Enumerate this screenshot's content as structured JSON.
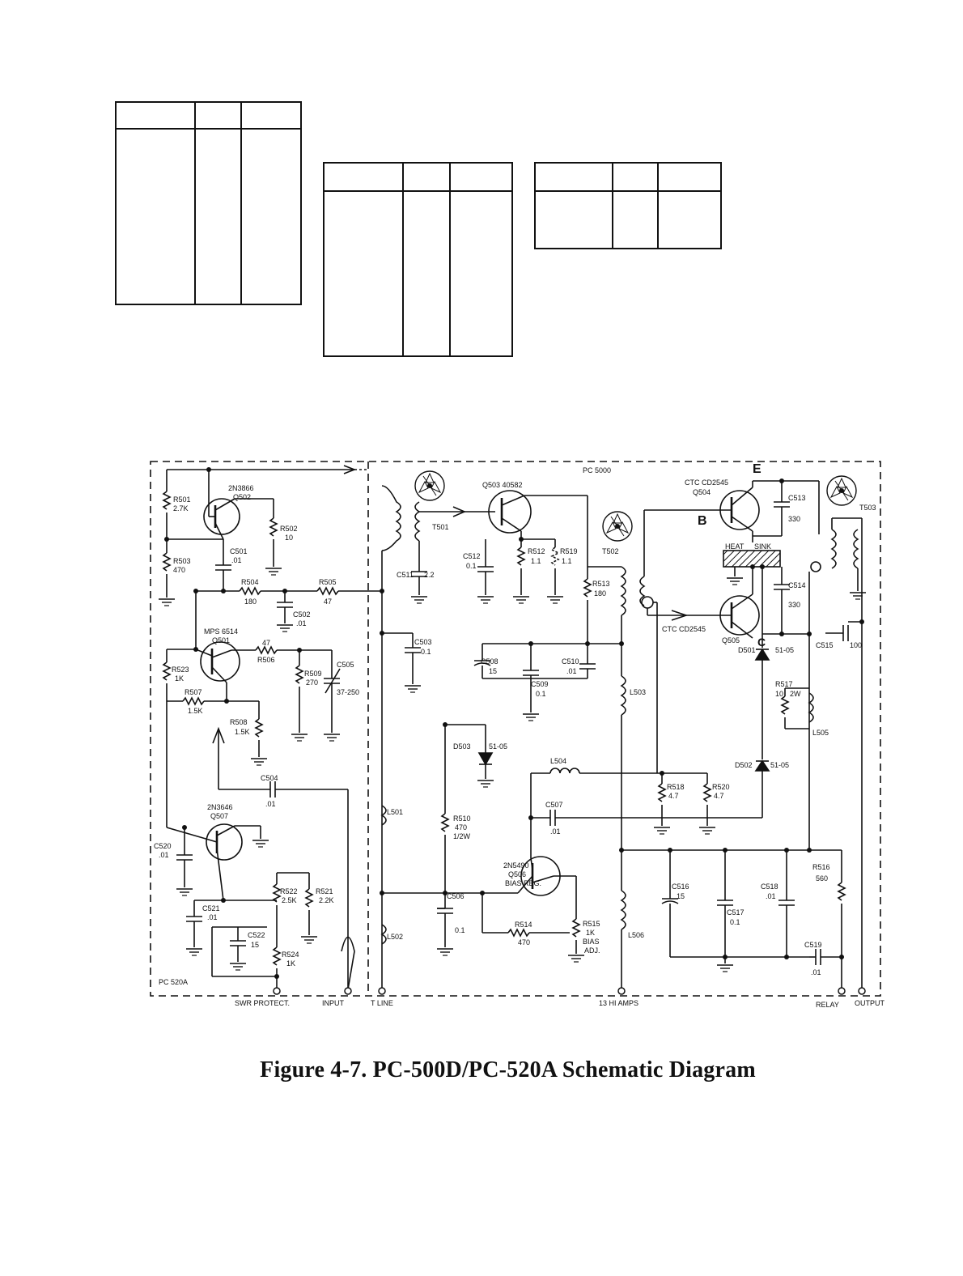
{
  "caption": "Figure 4-7.  PC-500D/PC-520A Schematic Diagram",
  "boards": {
    "main": "PC 5000",
    "sub": "PC 520A"
  },
  "terminals": [
    "SWR PROTECT.",
    "INPUT",
    "T LINE",
    "13 HI AMPS",
    "RELAY",
    "OUTPUT"
  ],
  "transistors": {
    "q502": [
      "2N3866",
      "Q502"
    ],
    "q501": [
      "MPS 6514",
      "Q501"
    ],
    "q507": [
      "2N3646",
      "Q507"
    ],
    "q503": [
      "Q503  40582"
    ],
    "q506": [
      "2N5490",
      "Q506",
      "BIAS REG."
    ],
    "q504": [
      "CTC CD2545",
      "Q504"
    ],
    "q505": [
      "Q505",
      "CTC CD2545"
    ]
  },
  "resistors": {
    "r501": [
      "R501",
      "2.7K"
    ],
    "r503": [
      "R503",
      "470"
    ],
    "r502": [
      "R502",
      "10"
    ],
    "r504": [
      "R504",
      "180"
    ],
    "r505": [
      "R505",
      "47"
    ],
    "r506": [
      "47",
      "R506"
    ],
    "r523": [
      "R523",
      "1K"
    ],
    "r507": [
      "R507",
      "1.5K"
    ],
    "r508": [
      "R508",
      "1.5K"
    ],
    "r509": [
      "R509",
      "270"
    ],
    "r522": [
      "R522",
      "2.5K"
    ],
    "r521": [
      "R521",
      "2.2K"
    ],
    "r524": [
      "R524",
      "1K"
    ],
    "r510": [
      "R510",
      "470",
      "1/2W"
    ],
    "r512": [
      "R512",
      "1.1"
    ],
    "r519": [
      "R519",
      "1.1"
    ],
    "r513": [
      "R513",
      "180"
    ],
    "r514": [
      "R514",
      "470"
    ],
    "r515": [
      "R515",
      "1K",
      "BIAS",
      "ADJ."
    ],
    "r518": [
      "R518",
      "4.7"
    ],
    "r520": [
      "R520",
      "4.7"
    ],
    "r517": [
      "R517",
      "10",
      "2W"
    ],
    "r516": [
      "R516",
      "560"
    ]
  },
  "capacitors": {
    "c501": [
      "C501",
      ".01"
    ],
    "c502": [
      "C502",
      ".01"
    ],
    "c505": [
      "C505",
      "37-250"
    ],
    "c504": [
      "C504",
      ".01"
    ],
    "c520": [
      "C520",
      ".01"
    ],
    "c521": [
      "C521",
      ".01"
    ],
    "c522": [
      "C522",
      "15"
    ],
    "c511": [
      "C511",
      "2.2"
    ],
    "c512": [
      "C512",
      "0.1"
    ],
    "c503": [
      "C503",
      "0.1"
    ],
    "c508": [
      "C508",
      "15"
    ],
    "c509": [
      "C509",
      "0.1"
    ],
    "c510": [
      "C510",
      ".01"
    ],
    "c507": [
      "C507",
      ".01"
    ],
    "c506": [
      "C506",
      "0.1"
    ],
    "c513": [
      "C513",
      "330"
    ],
    "c514": [
      "C514",
      "330"
    ],
    "c515": [
      "C515",
      "100"
    ],
    "c516": [
      "C516",
      "15"
    ],
    "c517": [
      "C517",
      "0.1"
    ],
    "c518": [
      "C518",
      ".01"
    ],
    "c519": [
      "C519",
      ".01"
    ]
  },
  "inductors": [
    "L501",
    "L502",
    "L503",
    "L504",
    "L505",
    "L506"
  ],
  "transformers": [
    "T501",
    "T502",
    "T503"
  ],
  "diodes": {
    "d503": [
      "D503",
      "51-05"
    ],
    "d501": [
      "D501",
      "51-05"
    ],
    "d502": [
      "D502",
      "51-05"
    ]
  },
  "heatsink": [
    "HEAT",
    "SINK"
  ],
  "handwritten": [
    "E",
    "B",
    "C"
  ]
}
